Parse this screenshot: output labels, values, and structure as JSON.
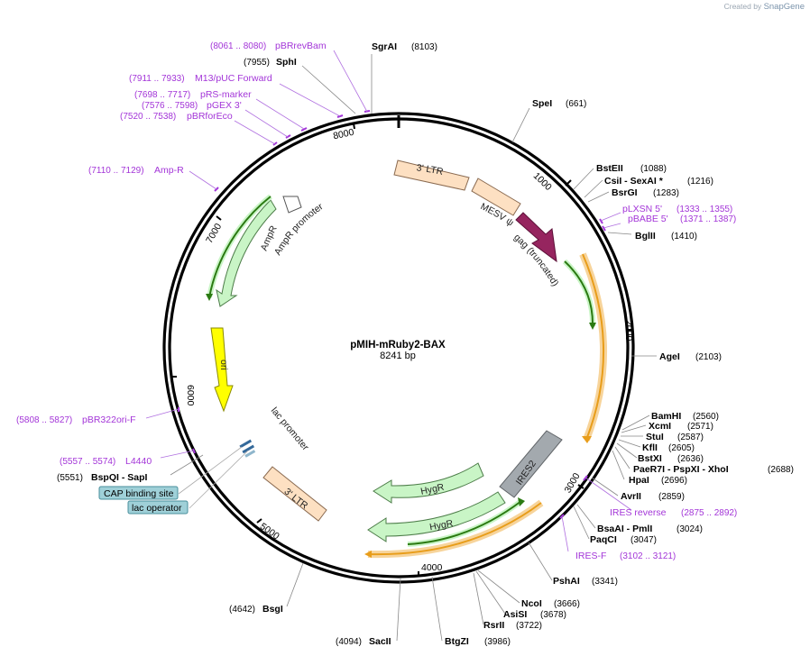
{
  "credit": {
    "prefix": "Created by",
    "brand": "SnapGene"
  },
  "plasmid": {
    "name": "pMIH-mRuby2-BAX",
    "length": "8241 bp"
  },
  "ticks": [
    "1000",
    "2000",
    "3000",
    "4000",
    "5000",
    "6000",
    "7000",
    "8000"
  ],
  "sites": [
    {
      "name": "SgrAI",
      "pos": "(8103)"
    },
    {
      "name": "SpeI",
      "pos": "(661)"
    },
    {
      "name": "BstEII",
      "pos": "(1088)"
    },
    {
      "name": "CsiI  - SexAI *",
      "pos": "(1216)"
    },
    {
      "name": "BsrGI",
      "pos": "(1283)"
    },
    {
      "name": "BglII",
      "pos": "(1410)"
    },
    {
      "name": "AgeI",
      "pos": "(2103)"
    },
    {
      "name": "BamHI",
      "pos": "(2560)"
    },
    {
      "name": "XcmI",
      "pos": "(2571)"
    },
    {
      "name": "StuI",
      "pos": "(2587)"
    },
    {
      "name": "KflI",
      "pos": "(2605)"
    },
    {
      "name": "BstXI",
      "pos": "(2636)"
    },
    {
      "name": "PaeR7I  - PspXI  - XhoI",
      "pos": "(2688)"
    },
    {
      "name": "HpaI",
      "pos": "(2696)"
    },
    {
      "name": "AvrII",
      "pos": "(2859)"
    },
    {
      "name": "BsaAI  - PmlI",
      "pos": "(3024)"
    },
    {
      "name": "PaqCI",
      "pos": "(3047)"
    },
    {
      "name": "PshAI",
      "pos": "(3341)"
    },
    {
      "name": "NcoI",
      "pos": "(3666)"
    },
    {
      "name": "AsiSI",
      "pos": "(3678)"
    },
    {
      "name": "RsrII",
      "pos": "(3722)"
    },
    {
      "name": "BtgZI",
      "pos": "(3986)"
    },
    {
      "name": "SacII",
      "pos": "(4094)"
    },
    {
      "name": "BsgI",
      "pos": "(4642)"
    },
    {
      "name": "BspQI  - SapI",
      "pos": "(5551)"
    },
    {
      "name": "SphI",
      "pos": "(7955)"
    }
  ],
  "primers": [
    {
      "name": "pBRrevBam",
      "pos": "(8061 .. 8080)"
    },
    {
      "name": "M13/pUC Forward",
      "pos": "(7911 .. 7933)"
    },
    {
      "name": "pRS-marker",
      "pos": "(7698 .. 7717)"
    },
    {
      "name": "pGEX 3'",
      "pos": "(7576 .. 7598)"
    },
    {
      "name": "pBRforEco",
      "pos": "(7520 .. 7538)"
    },
    {
      "name": "Amp-R",
      "pos": "(7110 .. 7129)"
    },
    {
      "name": "pLXSN 5'",
      "pos": "(1333 .. 1355)"
    },
    {
      "name": "pBABE 5'",
      "pos": "(1371 .. 1387)"
    },
    {
      "name": "IRES reverse",
      "pos": "(2875 .. 2892)"
    },
    {
      "name": "IRES-F",
      "pos": "(3102 .. 3121)"
    },
    {
      "name": "pBR322ori-F",
      "pos": "(5808 .. 5827)"
    },
    {
      "name": "L4440",
      "pos": "(5557 .. 5574)"
    }
  ],
  "features": {
    "ltr_top": "3' LTR",
    "mesv": "MESV ψ",
    "gag": "gag (truncated)",
    "ampr": "AmpR",
    "ampr_promoter": "AmpR promoter",
    "ori": "ori",
    "lac_promoter": "lac promoter",
    "ltr_bottom": "3' LTR",
    "ires2": "IRES2",
    "hygr1": "HygR",
    "hygr2": "HygR"
  },
  "boxed_labels": [
    "CAP binding site",
    "lac operator"
  ],
  "colors": {
    "ltr": "#fde0c2",
    "gag": "#96255f",
    "ampr": "#c9f5c6",
    "ori": "#ffff00",
    "ires2": "#a3a9ae",
    "primer": "#a335d8",
    "orf_green": "#2b7a12",
    "orf_orange": "#e89d1a",
    "boxed_fill": "#9fd0d8"
  }
}
